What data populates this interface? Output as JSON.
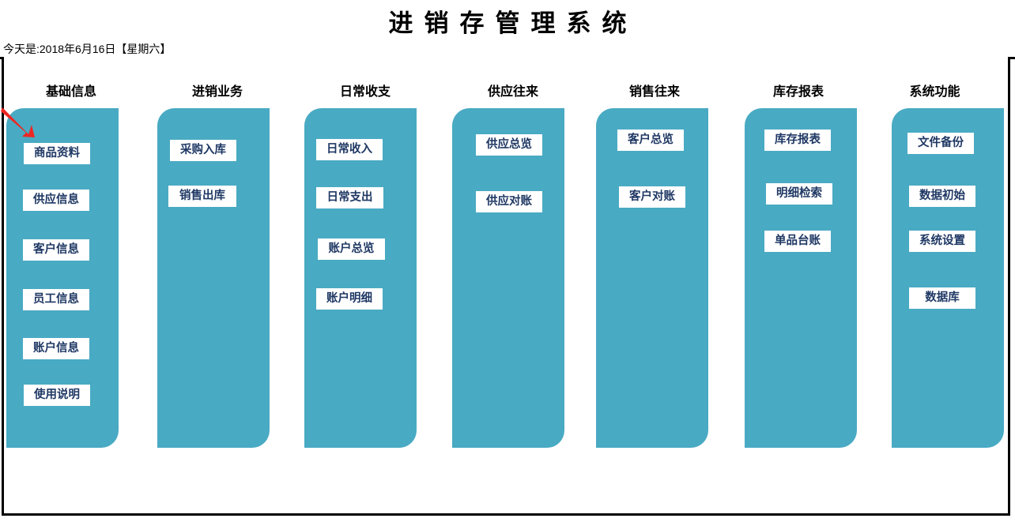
{
  "header": {
    "title": "进销存管理系统",
    "date_text": "今天是:2018年6月16日【星期六】"
  },
  "theme": {
    "panel_color": "#49AAC3",
    "button_bg": "#FFFFFF",
    "button_text_color": "#1F3864",
    "title_color": "#000000",
    "annotation_arrow_color": "#EE2722"
  },
  "annotation": {
    "arrow_target": "商品资料",
    "arrow_name": "red-pointer-arrow"
  },
  "columns": [
    {
      "header": "基础信息",
      "buttons": [
        {
          "label": "商品资料"
        },
        {
          "label": "供应信息"
        },
        {
          "label": "客户信息"
        },
        {
          "label": "员工信息"
        },
        {
          "label": "账户信息"
        },
        {
          "label": "使用说明"
        }
      ]
    },
    {
      "header": "进销业务",
      "buttons": [
        {
          "label": "采购入库"
        },
        {
          "label": "销售出库"
        }
      ]
    },
    {
      "header": "日常收支",
      "buttons": [
        {
          "label": "日常收入"
        },
        {
          "label": "日常支出"
        },
        {
          "label": "账户总览"
        },
        {
          "label": "账户明细"
        }
      ]
    },
    {
      "header": "供应往来",
      "buttons": [
        {
          "label": "供应总览"
        },
        {
          "label": "供应对账"
        }
      ]
    },
    {
      "header": "销售往来",
      "buttons": [
        {
          "label": "客户总览"
        },
        {
          "label": "客户对账"
        }
      ]
    },
    {
      "header": "库存报表",
      "buttons": [
        {
          "label": "库存报表"
        },
        {
          "label": "明细检索"
        },
        {
          "label": "单品台账"
        }
      ]
    },
    {
      "header": "系统功能",
      "buttons": [
        {
          "label": "文件备份"
        },
        {
          "label": "数据初始"
        },
        {
          "label": "系统设置"
        },
        {
          "label": "数据库"
        }
      ]
    }
  ]
}
